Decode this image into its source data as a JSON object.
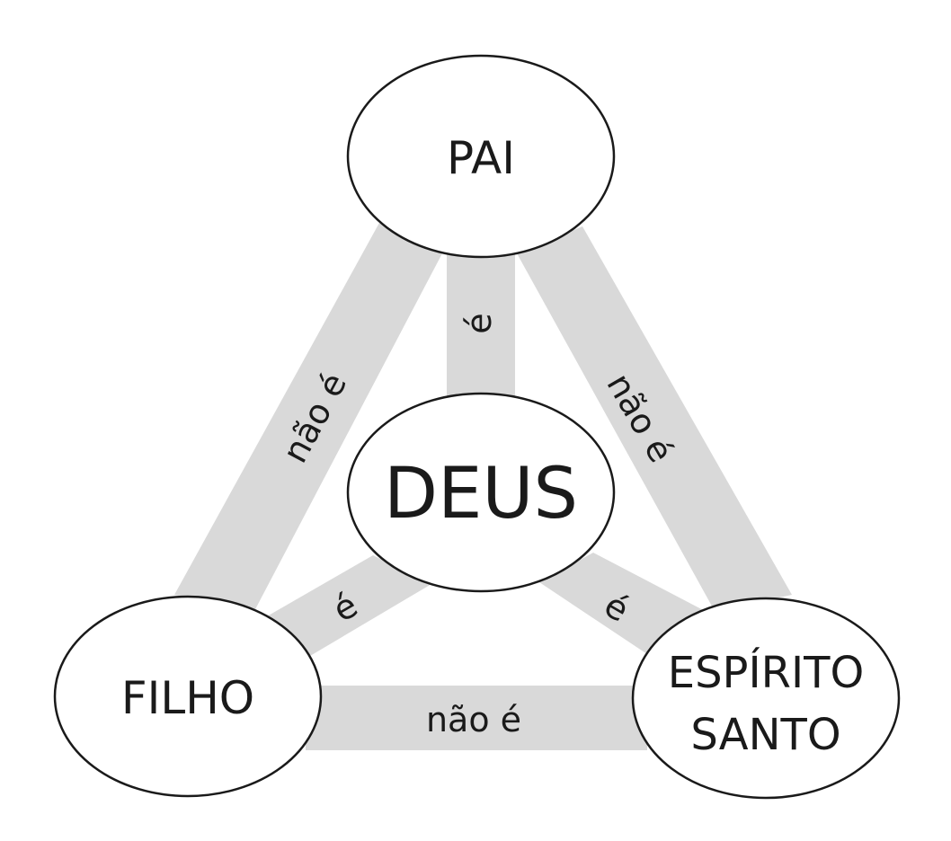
{
  "colors": {
    "band": "#d9d9d9",
    "node_fill": "#ffffff",
    "node_stroke": "#1a1a1a",
    "text": "#1a1a1a"
  },
  "nodes": {
    "pai": "PAI",
    "deus": "DEUS",
    "filho": "FILHO",
    "espirito_line1": "ESPÍRITO",
    "espirito_line2": "SANTO"
  },
  "edges": {
    "pai_deus": "é",
    "filho_deus": "é",
    "espirito_deus": "é",
    "pai_filho": "não é",
    "pai_espirito": "não é",
    "filho_espirito": "não é"
  }
}
